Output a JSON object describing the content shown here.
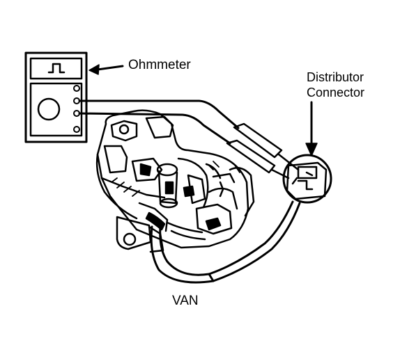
{
  "labels": {
    "ohmmeter": "Ohmmeter",
    "connector_line1": "Distributor",
    "connector_line2": "Connector",
    "view": "VAN"
  },
  "colors": {
    "ink": "#000000",
    "paper": "#ffffff"
  },
  "icons": {
    "meter_display": "square-pulse-icon",
    "meter_dial": "dial-knob-icon",
    "callout": "arrow-icon"
  }
}
